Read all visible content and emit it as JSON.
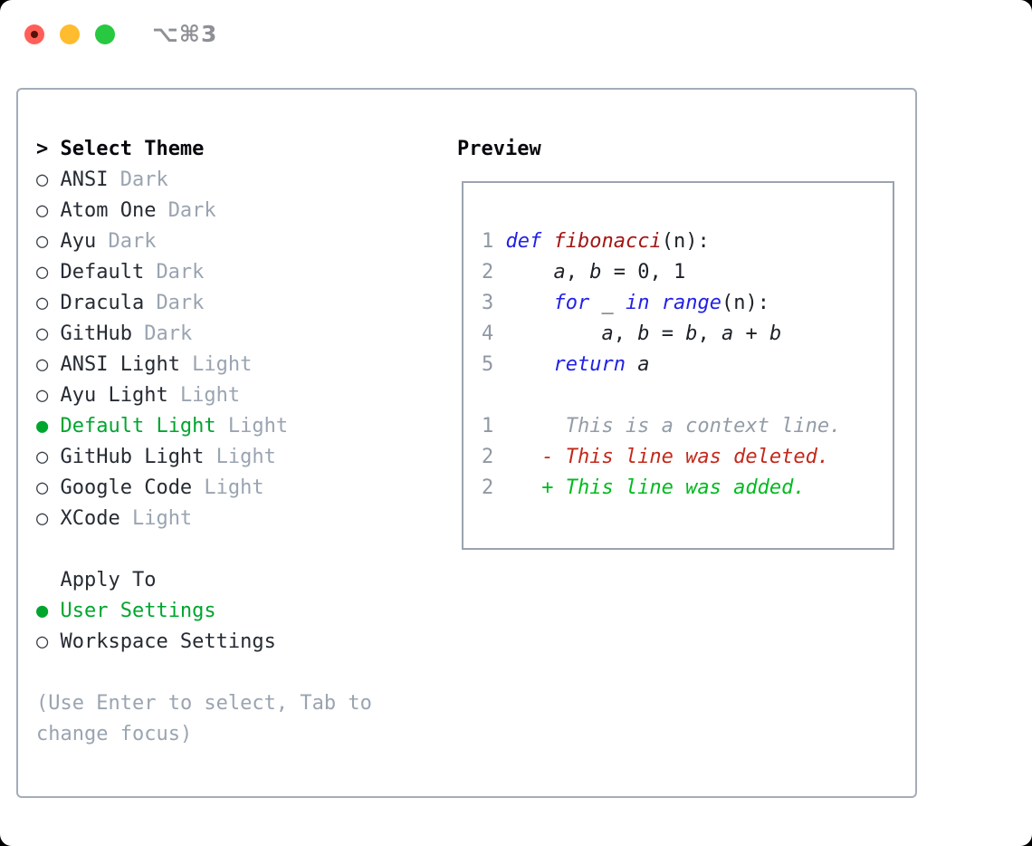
{
  "window": {
    "title": "⌥⌘3"
  },
  "colors": {
    "accent_green": "#00a52e",
    "added_green": "#00bb1e",
    "deleted_red": "#c3291b",
    "keyword_blue": "#2121e6",
    "function_red": "#a31515",
    "muted_gray": "#9aa4b1",
    "text_dark": "#262b33",
    "border_gray": "#a4acb8",
    "traffic_red": "#ff5f57",
    "traffic_yellow": "#febc2e",
    "traffic_green": "#28c840"
  },
  "theme_panel": {
    "cursor": ">",
    "header": "Select Theme",
    "radio_unselected": "○",
    "radio_selected": "●",
    "items": [
      {
        "name": "ANSI",
        "variant": "Dark",
        "selected": false
      },
      {
        "name": "Atom One",
        "variant": "Dark",
        "selected": false
      },
      {
        "name": "Ayu",
        "variant": "Dark",
        "selected": false
      },
      {
        "name": "Default",
        "variant": "Dark",
        "selected": false
      },
      {
        "name": "Dracula",
        "variant": "Dark",
        "selected": false
      },
      {
        "name": "GitHub",
        "variant": "Dark",
        "selected": false
      },
      {
        "name": "ANSI Light",
        "variant": "Light",
        "selected": false
      },
      {
        "name": "Ayu Light",
        "variant": "Light",
        "selected": false
      },
      {
        "name": "Default Light",
        "variant": "Light",
        "selected": true
      },
      {
        "name": "GitHub Light",
        "variant": "Light",
        "selected": false
      },
      {
        "name": "Google Code",
        "variant": "Light",
        "selected": false
      },
      {
        "name": "XCode",
        "variant": "Light",
        "selected": false
      }
    ],
    "apply_header": "Apply To",
    "apply_options": [
      {
        "name": "User Settings",
        "selected": true
      },
      {
        "name": "Workspace Settings",
        "selected": false
      }
    ],
    "hint_line1": "(Use Enter to select, Tab to",
    "hint_line2": "change focus)"
  },
  "preview": {
    "title": "Preview",
    "code_lines": [
      {
        "num": "1",
        "tokens": [
          {
            "t": "def"
          },
          {
            "t": " "
          },
          {
            "t": "fibonacci"
          },
          {
            "t": "(n):"
          }
        ]
      },
      {
        "num": "2",
        "tokens": [
          {
            "t": "    "
          },
          {
            "t": "a"
          },
          {
            "t": ", "
          },
          {
            "t": "b"
          },
          {
            "t": " = 0, 1"
          }
        ]
      },
      {
        "num": "3",
        "tokens": [
          {
            "t": "    "
          },
          {
            "t": "for"
          },
          {
            "t": " _ "
          },
          {
            "t": "in"
          },
          {
            "t": " "
          },
          {
            "t": "range"
          },
          {
            "t": "(n):"
          }
        ]
      },
      {
        "num": "4",
        "tokens": [
          {
            "t": "        "
          },
          {
            "t": "a"
          },
          {
            "t": ", "
          },
          {
            "t": "b"
          },
          {
            "t": " = "
          },
          {
            "t": "b"
          },
          {
            "t": ", "
          },
          {
            "t": "a"
          },
          {
            "t": " + "
          },
          {
            "t": "b"
          }
        ]
      },
      {
        "num": "5",
        "tokens": [
          {
            "t": "    "
          },
          {
            "t": "return"
          },
          {
            "t": " "
          },
          {
            "t": "a"
          }
        ]
      }
    ],
    "diff_lines": [
      {
        "num": "1",
        "text": "     This is a context line.",
        "type": "context"
      },
      {
        "num": "2",
        "text": "   - This line was deleted.",
        "type": "deleted"
      },
      {
        "num": "2",
        "text": "   + This line was added.",
        "type": "added"
      }
    ]
  }
}
